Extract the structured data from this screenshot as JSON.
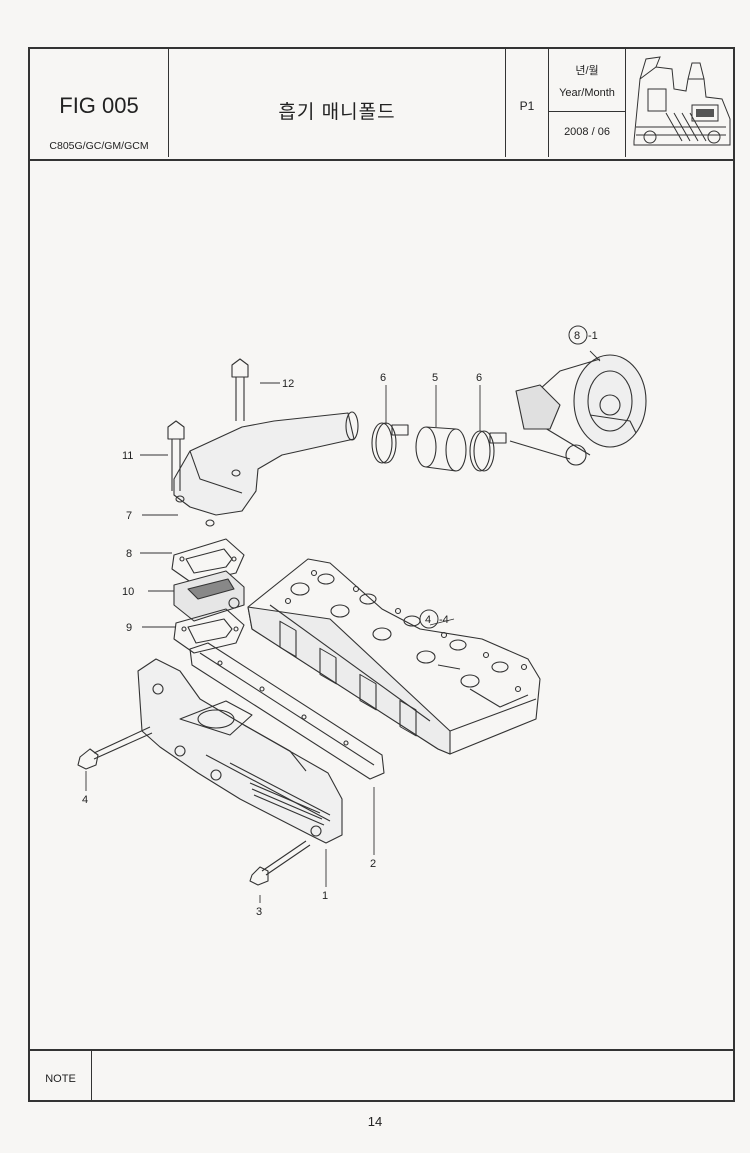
{
  "header": {
    "fig_label": "FIG 005",
    "model": "C805G/GC/GM/GCM",
    "title": "흡기 매니폴드",
    "page": "P1",
    "date_label_ko": "년/월",
    "date_label_en": "Year/Month",
    "date_value": "2008 / 06"
  },
  "callouts": {
    "c1": "1",
    "c2": "2",
    "c3": "3",
    "c4": "4",
    "c5": "5",
    "c6a": "6",
    "c6b": "6",
    "c7": "7",
    "c8": "8",
    "c9": "9",
    "c10": "10",
    "c11": "11",
    "c12": "12",
    "ref4": "4",
    "ref4_suffix": "-4",
    "ref8": "8",
    "ref8_suffix": "-1"
  },
  "note": {
    "label": "NOTE"
  },
  "footer": {
    "page_number": "14"
  }
}
